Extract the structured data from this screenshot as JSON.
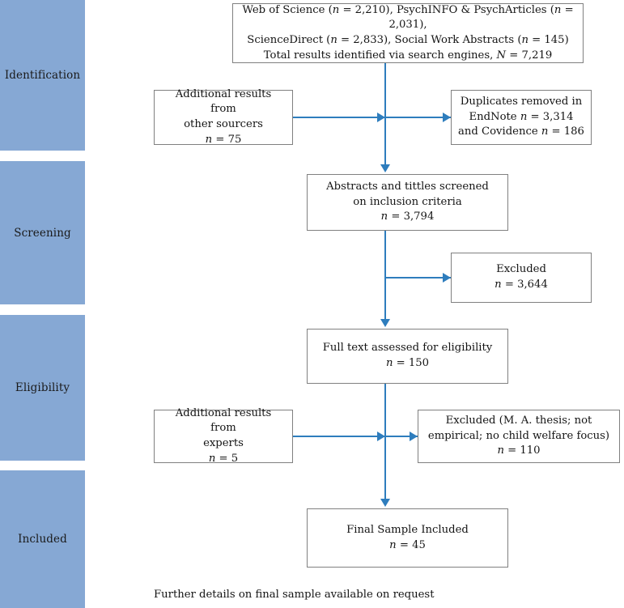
{
  "diagram": {
    "title": "PRISMA study selection flow diagram",
    "colors": {
      "stage_block": "#86a8d4",
      "connector": "#2e7dbd",
      "box_border": "#808080",
      "text": "#141414",
      "background": "#ffffff"
    }
  },
  "stages": [
    {
      "id": "identification",
      "label": "Identification"
    },
    {
      "id": "screening",
      "label": "Screening"
    },
    {
      "id": "eligibility",
      "label": "Eligibility"
    },
    {
      "id": "included",
      "label": "Included"
    }
  ],
  "boxes": {
    "sources": {
      "name": "records-identified-box",
      "line1": "Web of Science (n = 2,210), PsychINFO & PsychArticles (n = 2,031),",
      "line2": "ScienceDirect (n = 2,833), Social Work Abstracts (n = 145)",
      "line3": "Total results identified via search engines, N = 7,219",
      "counts": {
        "web_of_science": 2210,
        "psychinfo_psycharticles": 2031,
        "sciencedirect": 2833,
        "social_work_abstracts": 145,
        "total_identified": 7219
      }
    },
    "additional_sources": {
      "name": "additional-records-other-sources-box",
      "line1": "Additional results from",
      "line2": "other sourcers",
      "line3": "n = 75",
      "count": 75
    },
    "duplicates": {
      "name": "duplicates-removed-box",
      "line1": "Duplicates removed in",
      "line2": "EndNote n = 3,314",
      "line3": "and Covidence n = 186",
      "endnote": 3314,
      "covidence": 186
    },
    "screened": {
      "name": "records-screened-box",
      "line1": "Abstracts and tittles screened",
      "line2": "on inclusion criteria",
      "line3": "n = 3,794",
      "count": 3794
    },
    "excluded_screening": {
      "name": "records-excluded-box",
      "line1": "Excluded",
      "line2": "n = 3,644",
      "count": 3644
    },
    "full_text": {
      "name": "full-text-assessed-box",
      "line1": "Full text assessed for eligibility",
      "line2": "n = 150",
      "count": 150
    },
    "experts": {
      "name": "additional-records-experts-box",
      "line1": "Additional results from",
      "line2": "experts",
      "line3": "n = 5",
      "count": 5
    },
    "excluded_eligibility": {
      "name": "full-text-excluded-box",
      "line1": "Excluded (M. A. thesis; not",
      "line2": "empirical; no child welfare focus)",
      "line3": "n = 110",
      "count": 110
    },
    "final": {
      "name": "final-sample-box",
      "line1": "Final Sample Included",
      "line2": "n = 45",
      "count": 45
    }
  },
  "footer": {
    "note": "Further details on final sample available on request"
  }
}
